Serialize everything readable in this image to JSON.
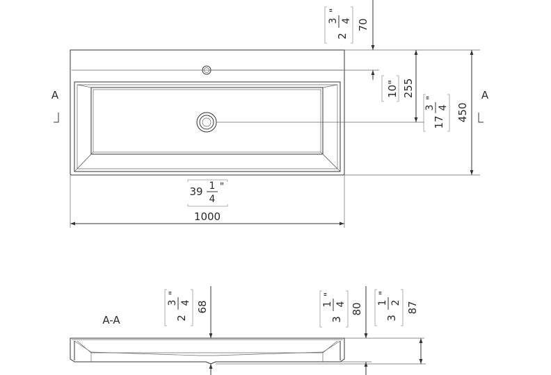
{
  "top_view": {
    "dims": {
      "rim_height": {
        "mm": "70",
        "inch_whole": "2",
        "inch_num": "3",
        "inch_den": "4",
        "inch_mark": "\""
      },
      "tap_to_drain": {
        "mm": "255",
        "inch_text": "10\""
      },
      "depth": {
        "mm": "450",
        "inch_whole": "17",
        "inch_num": "3",
        "inch_den": "4",
        "inch_mark": "\""
      },
      "width": {
        "mm": "1000",
        "inch_whole": "39",
        "inch_num": "1",
        "inch_den": "4",
        "inch_mark": "\""
      }
    },
    "section_marker": "A"
  },
  "section_view": {
    "label": "A-A",
    "dims": {
      "d68": {
        "mm": "68",
        "inch_whole": "2",
        "inch_num": "3",
        "inch_den": "4",
        "inch_mark": "\""
      },
      "d80": {
        "mm": "80",
        "inch_whole": "3",
        "inch_num": "1",
        "inch_den": "4",
        "inch_mark": "\""
      },
      "d87": {
        "mm": "87",
        "inch_whole": "3",
        "inch_num": "1",
        "inch_den": "2",
        "inch_mark": "\""
      }
    }
  }
}
